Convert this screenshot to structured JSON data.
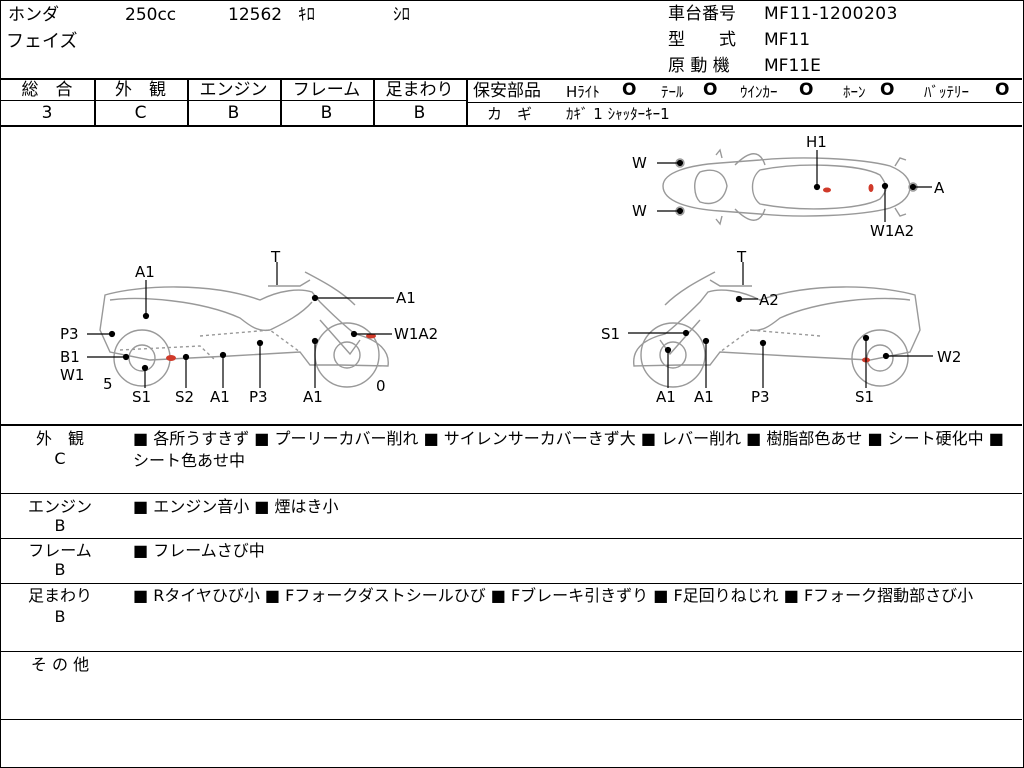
{
  "header": {
    "maker": "ホンダ",
    "displacement": "250cc",
    "mileage": "12562",
    "mileage_unit": "ｷﾛ",
    "color": "ｼﾛ",
    "model_name": "フェイズ",
    "frame_label": "車台番号",
    "frame_number": "MF11-1200203",
    "type_label": "型　　式",
    "type_value": "MF11",
    "engine_label": "原 動 機",
    "engine_value": "MF11E"
  },
  "grades": {
    "total": {
      "label": "総　合",
      "value": "3"
    },
    "exterior": {
      "label": "外　観",
      "value": "C"
    },
    "engine": {
      "label": "エンジン",
      "value": "B"
    },
    "frame": {
      "label": "フレーム",
      "value": "B"
    },
    "suspension": {
      "label": "足まわり",
      "value": "B"
    }
  },
  "safety": {
    "label": "保安部品",
    "items": [
      {
        "name": "Hﾗｲﾄ",
        "mark": "O"
      },
      {
        "name": "ﾃｰﾙ",
        "mark": "O"
      },
      {
        "name": "ｳｲﾝｶｰ",
        "mark": "O"
      },
      {
        "name": "ﾎｰﾝ",
        "mark": "O"
      },
      {
        "name": "ﾊﾞｯﾃﾘｰ",
        "mark": "O"
      }
    ],
    "key_label": "カ　ギ",
    "key_value": "ｶｷﾞ 1 ｼｬｯﾀｰｷｰ1"
  },
  "diagram": {
    "top_labels": {
      "w_upper": "W",
      "w_lower": "W",
      "h1": "H1",
      "a": "A",
      "w1a2": "W1A2"
    },
    "left_labels": {
      "t": "T",
      "a1_top": "A1",
      "a1_right": "A1",
      "p3_left": "P3",
      "w1a2": "W1A2",
      "b1": "B1",
      "w1": "W1",
      "five": "5",
      "s1": "S1",
      "s2": "S2",
      "a1_b1": "A1",
      "p3_b": "P3",
      "a1_b2": "A1",
      "zero": "0"
    },
    "right_labels": {
      "t": "T",
      "a2": "A2",
      "s1_left": "S1",
      "w2": "W2",
      "a1_b1": "A1",
      "a1_b2": "A1",
      "p3_b": "P3",
      "s1_b": "S1"
    }
  },
  "remarks": [
    {
      "label": "外　観",
      "grade": "C",
      "text": "■ 各所うすきず ■ プーリーカバー削れ ■ サイレンサーカバーきず大 ■ レバー削れ ■ 樹脂部色あせ ■ シート硬化中 ■ シート色あせ中"
    },
    {
      "label": "エンジン",
      "grade": "B",
      "text": "■ エンジン音小 ■ 煙はき小"
    },
    {
      "label": "フレーム",
      "grade": "B",
      "text": "■ フレームさび中"
    },
    {
      "label": "足まわり",
      "grade": "B",
      "text": "■ Rタイヤひび小 ■ Fフォークダストシールひび ■ Fブレーキ引きずり ■ F足回りねじれ ■ Fフォーク摺動部さび小"
    },
    {
      "label": "そ の 他",
      "grade": "",
      "text": ""
    }
  ]
}
